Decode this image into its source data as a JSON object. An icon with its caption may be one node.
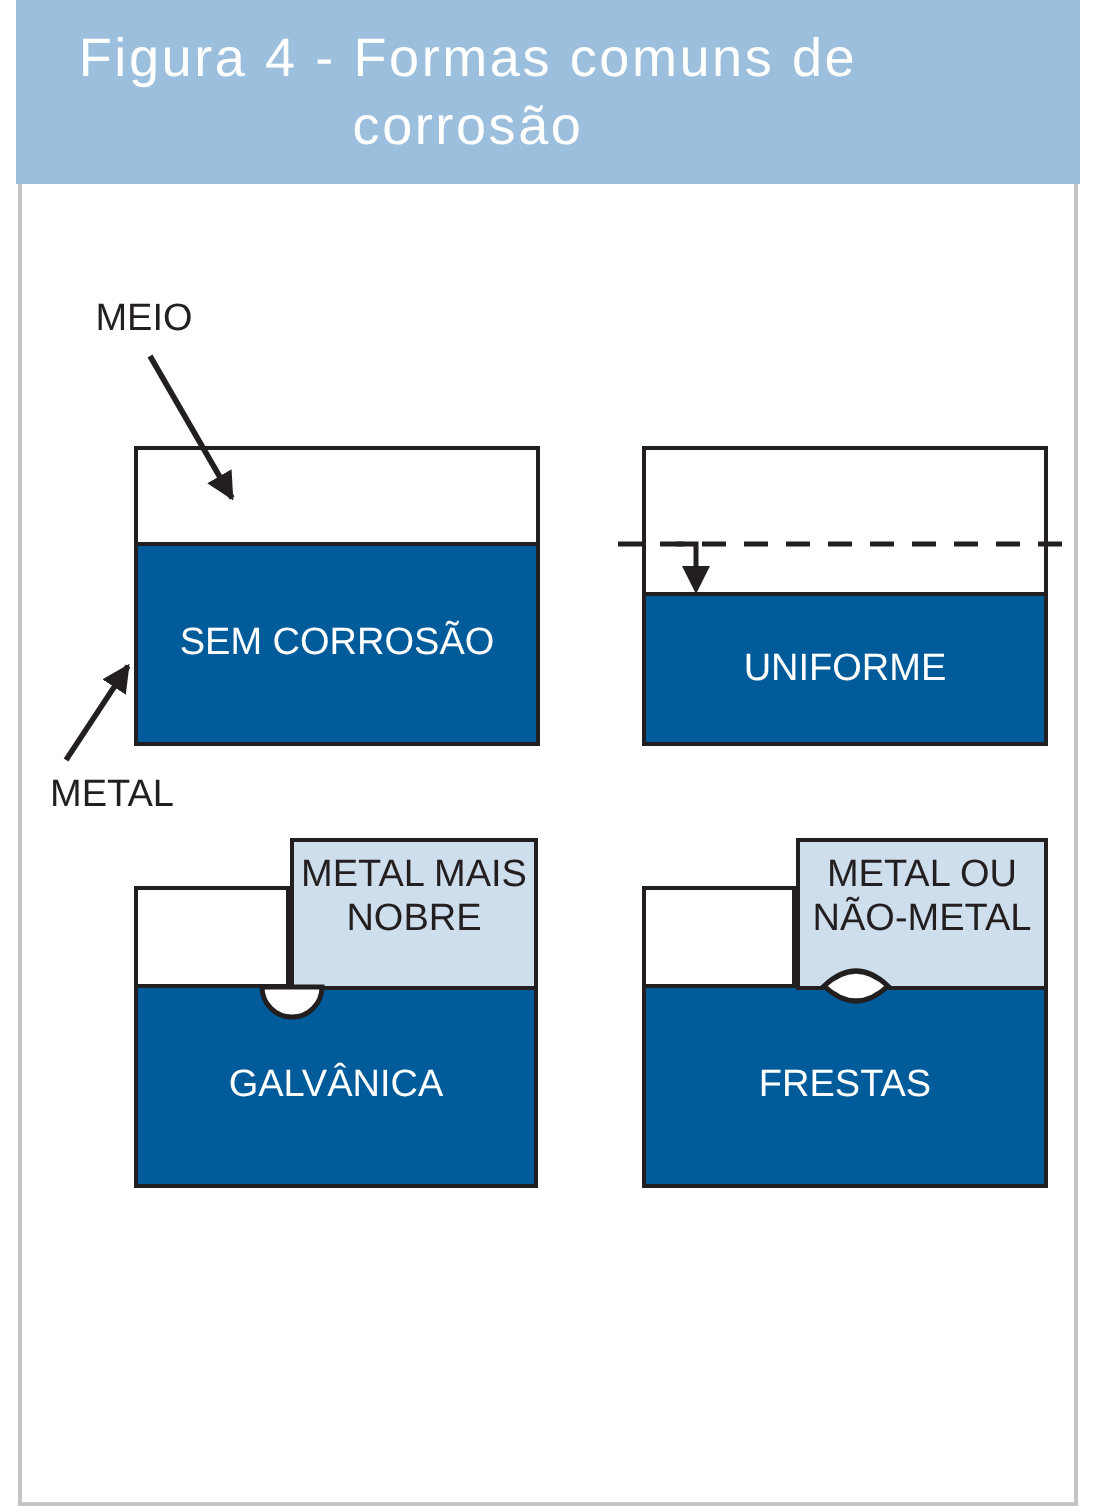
{
  "diagram": {
    "title": "Figura 4 - Formas comuns de corrosão",
    "nodes": [
      {
        "text": [
          "MEIO"
        ]
      },
      {
        "text": [],
        "shape": "box"
      },
      {
        "text": [
          "SEM CORROSÃO"
        ]
      },
      {
        "text": [
          "METAL"
        ]
      },
      {
        "text": [],
        "shape": "box"
      },
      {
        "text": [
          "UNIFORME"
        ]
      },
      {
        "text": [],
        "shape": "box"
      },
      {
        "text": [
          "METAL MAIS NOBRE"
        ]
      },
      {
        "text": [
          "GALVÂNICA"
        ]
      },
      {
        "text": [],
        "shape": "box"
      },
      {
        "text": [
          "METAL OU NÃO-METAL"
        ]
      },
      {
        "text": [
          "FRESTAS"
        ]
      }
    ],
    "edges": [
      {
        "from": 0,
        "to": 1,
        "arrow": "to"
      },
      {
        "from": 3,
        "to": 2,
        "arrow": "to"
      }
    ]
  }
}
